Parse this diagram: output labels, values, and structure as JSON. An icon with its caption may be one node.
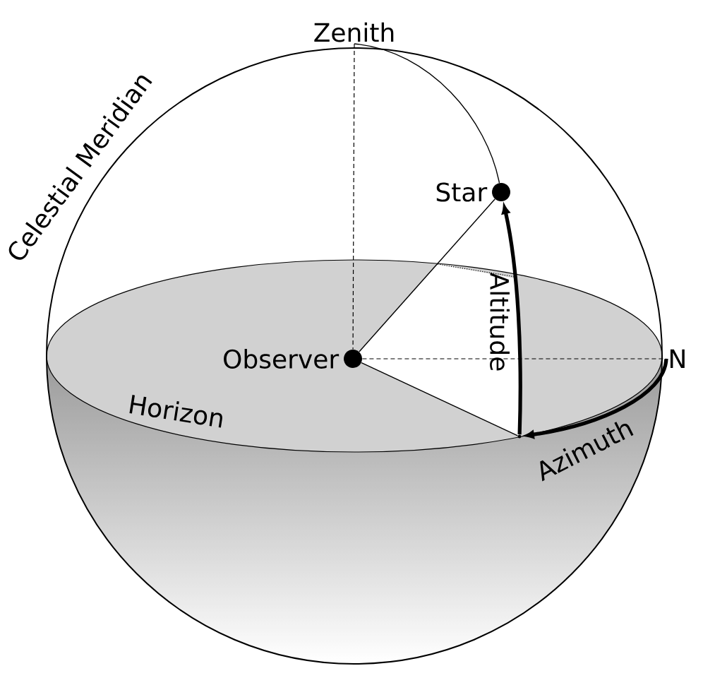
{
  "diagram": {
    "nodes": [
      {
        "text": [
          "Zenith"
        ]
      },
      {
        "text": [
          "Star"
        ]
      },
      {
        "text": [
          "Observer"
        ]
      },
      {
        "text": [
          "N"
        ]
      },
      {
        "text": [],
        "shape": "circle"
      }
    ],
    "edges": [
      {
        "from": 0,
        "to": 2,
        "arrow": "none",
        "style": "dashed"
      },
      {
        "from": 2,
        "to": 1,
        "arrow": "none"
      },
      {
        "from": 2,
        "to": 3,
        "arrow": "none",
        "style": "dashed"
      },
      {
        "from": 2,
        "to": 4,
        "arrow": "none"
      },
      {
        "from": 4,
        "to": 1,
        "arrow": "to",
        "label": "Altitude",
        "style": "thick"
      },
      {
        "from": 3,
        "to": 4,
        "arrow": "to",
        "label": "Azimuth",
        "style": "thick"
      },
      {
        "from": 0,
        "to": 1,
        "arrow": "none"
      }
    ],
    "labels": [
      "Celestial Meridian",
      "Horizon"
    ]
  }
}
